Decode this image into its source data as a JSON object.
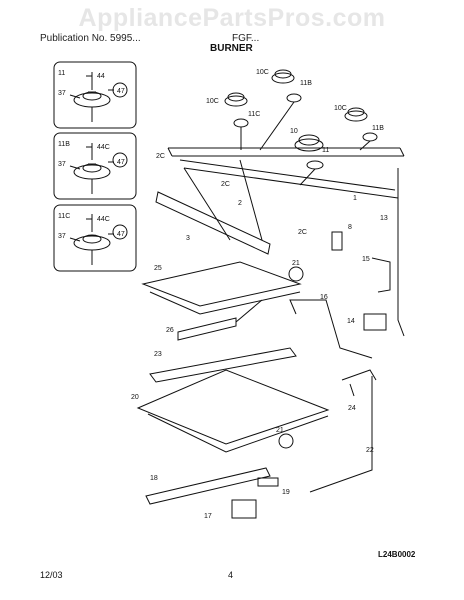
{
  "watermark": "AppliancePartsPros.com",
  "header": {
    "model_left": "Publication No. 5995...",
    "model_right": "FGF...",
    "title": "BURNER"
  },
  "footer": {
    "date": "12/03",
    "page": "4"
  },
  "diagram_id": "L24B0002",
  "insets": [
    {
      "label": "11",
      "parts": [
        "44",
        "37",
        "47"
      ]
    },
    {
      "label": "11B",
      "parts": [
        "44C",
        "37",
        "47"
      ]
    },
    {
      "label": "11C",
      "parts": [
        "44C",
        "37",
        "47"
      ]
    }
  ],
  "callouts": [
    "10C",
    "11B",
    "10C",
    "11C",
    "10C",
    "11B",
    "10",
    "11",
    "2C",
    "2C",
    "2",
    "1",
    "3",
    "2C",
    "13",
    "8",
    "21",
    "25",
    "15",
    "16",
    "14",
    "26",
    "23",
    "24",
    "20",
    "21",
    "22",
    "18",
    "19",
    "17"
  ]
}
